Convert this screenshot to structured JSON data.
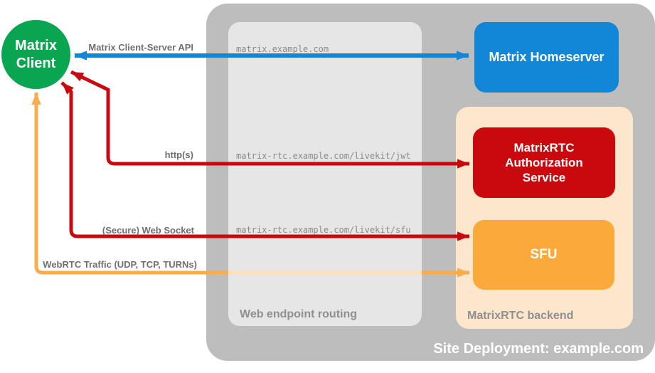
{
  "diagram": {
    "nodes": {
      "client": {
        "label": "Matrix\nClient",
        "color": "#0aa550"
      },
      "homeserver": {
        "label": "Matrix Homeserver",
        "color": "#1287d8"
      },
      "auth": {
        "label": "MatrixRTC\nAuthorization\nService",
        "color": "#c9090d"
      },
      "sfu": {
        "label": "SFU",
        "color": "#fca93c"
      }
    },
    "groups": {
      "site": {
        "label": "Site Deployment: example.com",
        "color": "#bdbdbd"
      },
      "routing": {
        "label": "Web endpoint routing",
        "color": "#e4e4e4"
      },
      "backend": {
        "label": "MatrixRTC backend",
        "color": "#fce6cc"
      }
    },
    "endpoints": {
      "homeserver": "matrix.example.com",
      "jwt": "matrix-rtc.example.com/livekit/jwt",
      "sfu": "matrix-rtc.example.com/livekit/sfu"
    },
    "arrows": {
      "api": {
        "label": "Matrix Client-Server API",
        "color": "#1287d8"
      },
      "https": {
        "label": "http(s)",
        "color": "#c9090d"
      },
      "websocket": {
        "label": "(Secure) Web Socket",
        "color": "#c9090d"
      },
      "webrtc": {
        "label": "WebRTC Traffic (UDP, TCP, TURNs)",
        "color": "#fbab4c"
      }
    }
  }
}
